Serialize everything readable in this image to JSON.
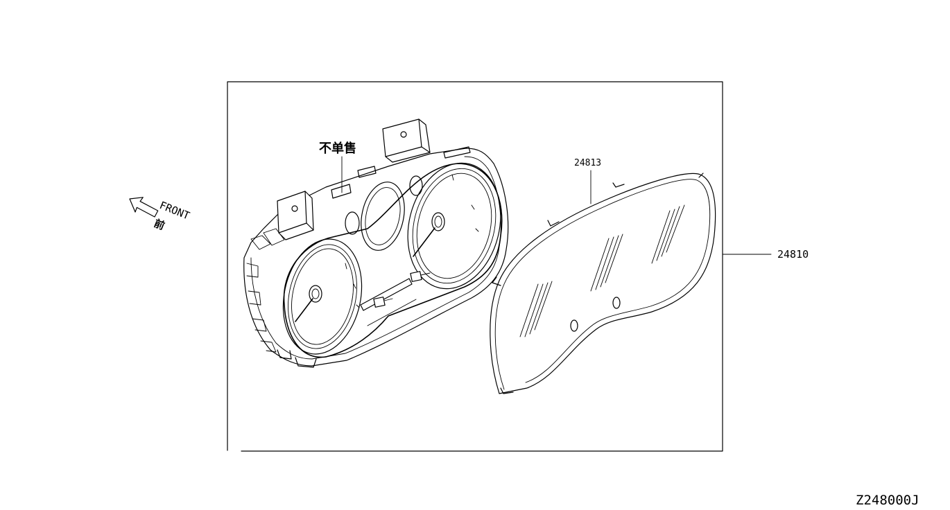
{
  "diagram": {
    "drawing_code": "Z248000J",
    "front_label": "FRONT",
    "front_label_cn": "前",
    "not_sold_separately_label": "不单售",
    "callouts": [
      {
        "part_number": "24813"
      },
      {
        "part_number": "24810"
      }
    ]
  }
}
